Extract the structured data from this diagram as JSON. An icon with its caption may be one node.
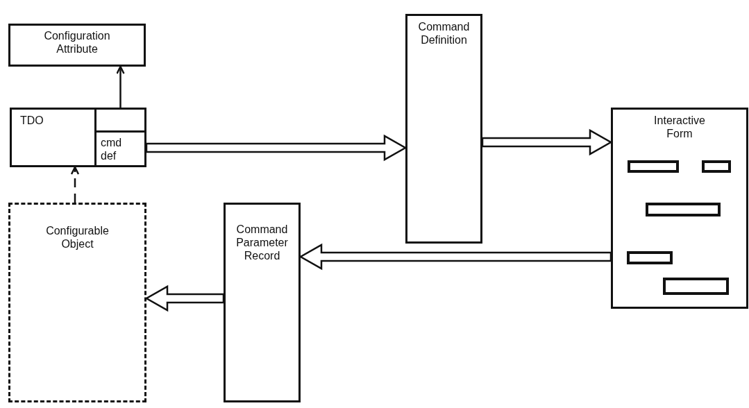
{
  "diagram": {
    "nodes": [
      {
        "text": [
          "Configuration Attribute"
        ]
      },
      {
        "text": [
          "TDO"
        ]
      },
      {
        "text": [],
        "shape": "box",
        "in": 1
      },
      {
        "text": [
          "cmd def"
        ],
        "in": 1
      },
      {
        "text": [
          "Command Definition"
        ]
      },
      {
        "text": [
          "Interactive Form"
        ]
      },
      {
        "text": [],
        "shape": "box",
        "in": 5
      },
      {
        "text": [],
        "shape": "box",
        "in": 5
      },
      {
        "text": [],
        "shape": "box",
        "in": 5
      },
      {
        "text": [],
        "shape": "box",
        "in": 5
      },
      {
        "text": [],
        "shape": "box",
        "in": 5
      },
      {
        "text": [
          "Configurable Object"
        ]
      },
      {
        "text": [
          "Command Parameter Record"
        ]
      }
    ],
    "edges": [
      {
        "from": 2,
        "to": 0,
        "arrow": "to"
      },
      {
        "from": 3,
        "to": 4,
        "arrow": "to",
        "style": "thick"
      },
      {
        "from": 4,
        "to": 5,
        "arrow": "to",
        "style": "thick"
      },
      {
        "from": 5,
        "to": 12,
        "arrow": "to",
        "style": "thick"
      },
      {
        "from": 12,
        "to": 11,
        "arrow": "to",
        "style": "thick"
      },
      {
        "from": 11,
        "to": 1,
        "arrow": "to",
        "style": "dashed"
      }
    ]
  }
}
